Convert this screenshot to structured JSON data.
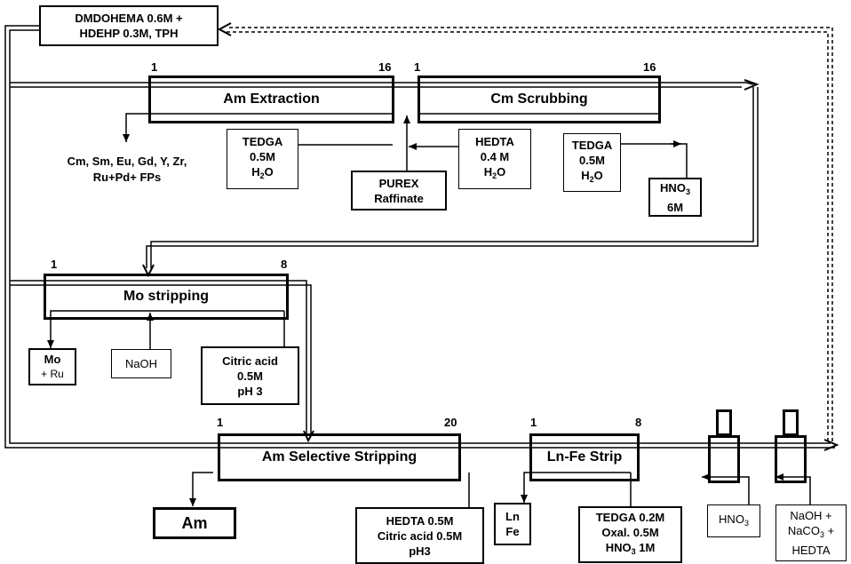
{
  "solvent": {
    "line1": "DMDOHEMA 0.6M +",
    "line2": "HDEHP 0.3M, TPH"
  },
  "am_extraction": {
    "label": "Am Extraction",
    "stage_start": "1",
    "stage_end": "16"
  },
  "cm_scrubbing": {
    "label": "Cm Scrubbing",
    "stage_start": "1",
    "stage_end": "16"
  },
  "raffinate_products": {
    "line1": "Cm, Sm, Eu, Gd, Y, Zr,",
    "line2": "Ru+Pd+ FPs"
  },
  "tedga_1": {
    "line1": "TEDGA",
    "line2": "0.5M",
    "line3": "H",
    "line3_sub": "2",
    "line3_tail": "O"
  },
  "purex": {
    "line1": "PUREX",
    "line2": "Raffinate"
  },
  "hedta_1": {
    "line1": "HEDTA",
    "line2": "0.4 M",
    "line3": "H",
    "line3_sub": "2",
    "line3_tail": "O"
  },
  "tedga_2": {
    "line1": "TEDGA",
    "line2": "0.5M",
    "line3": "H",
    "line3_sub": "2",
    "line3_tail": "O"
  },
  "hno3_6m": {
    "line1": "HNO",
    "line1_sub": "3",
    "line2": "6M"
  },
  "mo_stripping": {
    "label": "Mo stripping",
    "stage_start": "1",
    "stage_end": "8"
  },
  "mo_ru": {
    "line1": "Mo",
    "line2": "+ Ru"
  },
  "naoh": {
    "label": "NaOH"
  },
  "citric": {
    "line1": "Citric acid",
    "line2": "0.5M",
    "line3": "pH 3"
  },
  "am_selective": {
    "label": "Am Selective Stripping",
    "stage_start": "1",
    "stage_end": "20"
  },
  "am_product": {
    "label": "Am"
  },
  "hedta_citric": {
    "line1": "HEDTA 0.5M",
    "line2": "Citric acid 0.5M",
    "line3": "pH3"
  },
  "ln_fe_strip": {
    "label": "Ln-Fe Strip",
    "stage_start": "1",
    "stage_end": "8"
  },
  "ln_fe": {
    "line1": "Ln",
    "line2": "Fe"
  },
  "tedga_oxal": {
    "line1": "TEDGA 0.2M",
    "line2": "Oxal. 0.5M",
    "line3": "HNO",
    "line3_sub": "3",
    "line3_tail": " 1M"
  },
  "hno3_wash": {
    "label": "HNO",
    "label_sub": "3"
  },
  "naoh_wash": {
    "line1": "NaOH +",
    "line2": "NaCO",
    "line2_sub": "3",
    "line2_tail": " +",
    "line3": "HEDTA"
  }
}
